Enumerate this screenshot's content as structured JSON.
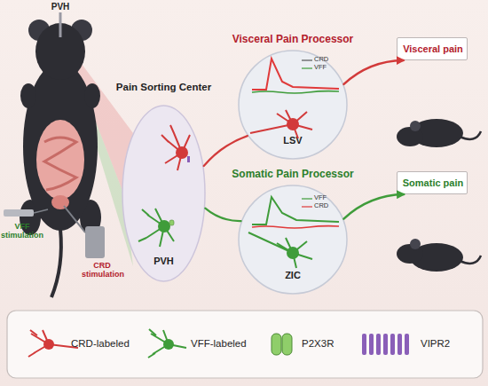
{
  "diagram": {
    "nodes": [
      {
        "text": [
          "Pain Sorting Center",
          "PVH"
        ]
      },
      {
        "text": [
          "Visceral Pain Processor",
          "LSV"
        ]
      },
      {
        "text": [
          "Somatic Pain Processor",
          "ZIC"
        ]
      },
      {
        "text": [
          "Visceral pain"
        ]
      },
      {
        "text": [
          "Somatic pain"
        ]
      }
    ],
    "edges": [
      {
        "from": 0,
        "to": 1,
        "arrow": "none"
      },
      {
        "from": 0,
        "to": 2,
        "arrow": "none"
      },
      {
        "from": 1,
        "to": 3,
        "arrow": "to"
      },
      {
        "from": 2,
        "to": 4,
        "arrow": "to"
      }
    ],
    "labels": [
      "PVH",
      "VFF stimulation",
      "CRD stimulation",
      "CRD",
      "VFF",
      "VFF",
      "CRD"
    ],
    "legend": [
      {
        "text": "CRD-labeled"
      },
      {
        "text": "VFF-labeled"
      },
      {
        "text": "P2X3R"
      },
      {
        "text": "VIPR2"
      }
    ]
  }
}
